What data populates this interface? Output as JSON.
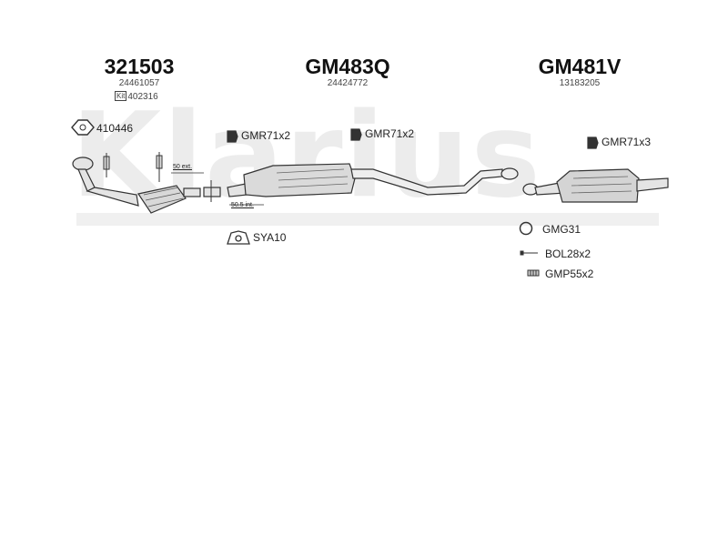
{
  "watermark": "Klarius",
  "sections": [
    {
      "code": "321503",
      "oem": "24461057",
      "kit_prefix": "Kit",
      "kit": "402316"
    },
    {
      "code": "GM483Q",
      "oem": "24424772"
    },
    {
      "code": "GM481V",
      "oem": "13183205"
    }
  ],
  "labels": {
    "mount_410446": "410446",
    "gmr_a": "GMR71x2",
    "gmr_b": "GMR71x2",
    "gmr_c": "GMR71x3",
    "ext": "50 ext.",
    "int": "50.5 int.",
    "sya": "SYA10",
    "gmg": "GMG31",
    "bol": "BOL28x2",
    "gmp": "GMP55x2"
  }
}
